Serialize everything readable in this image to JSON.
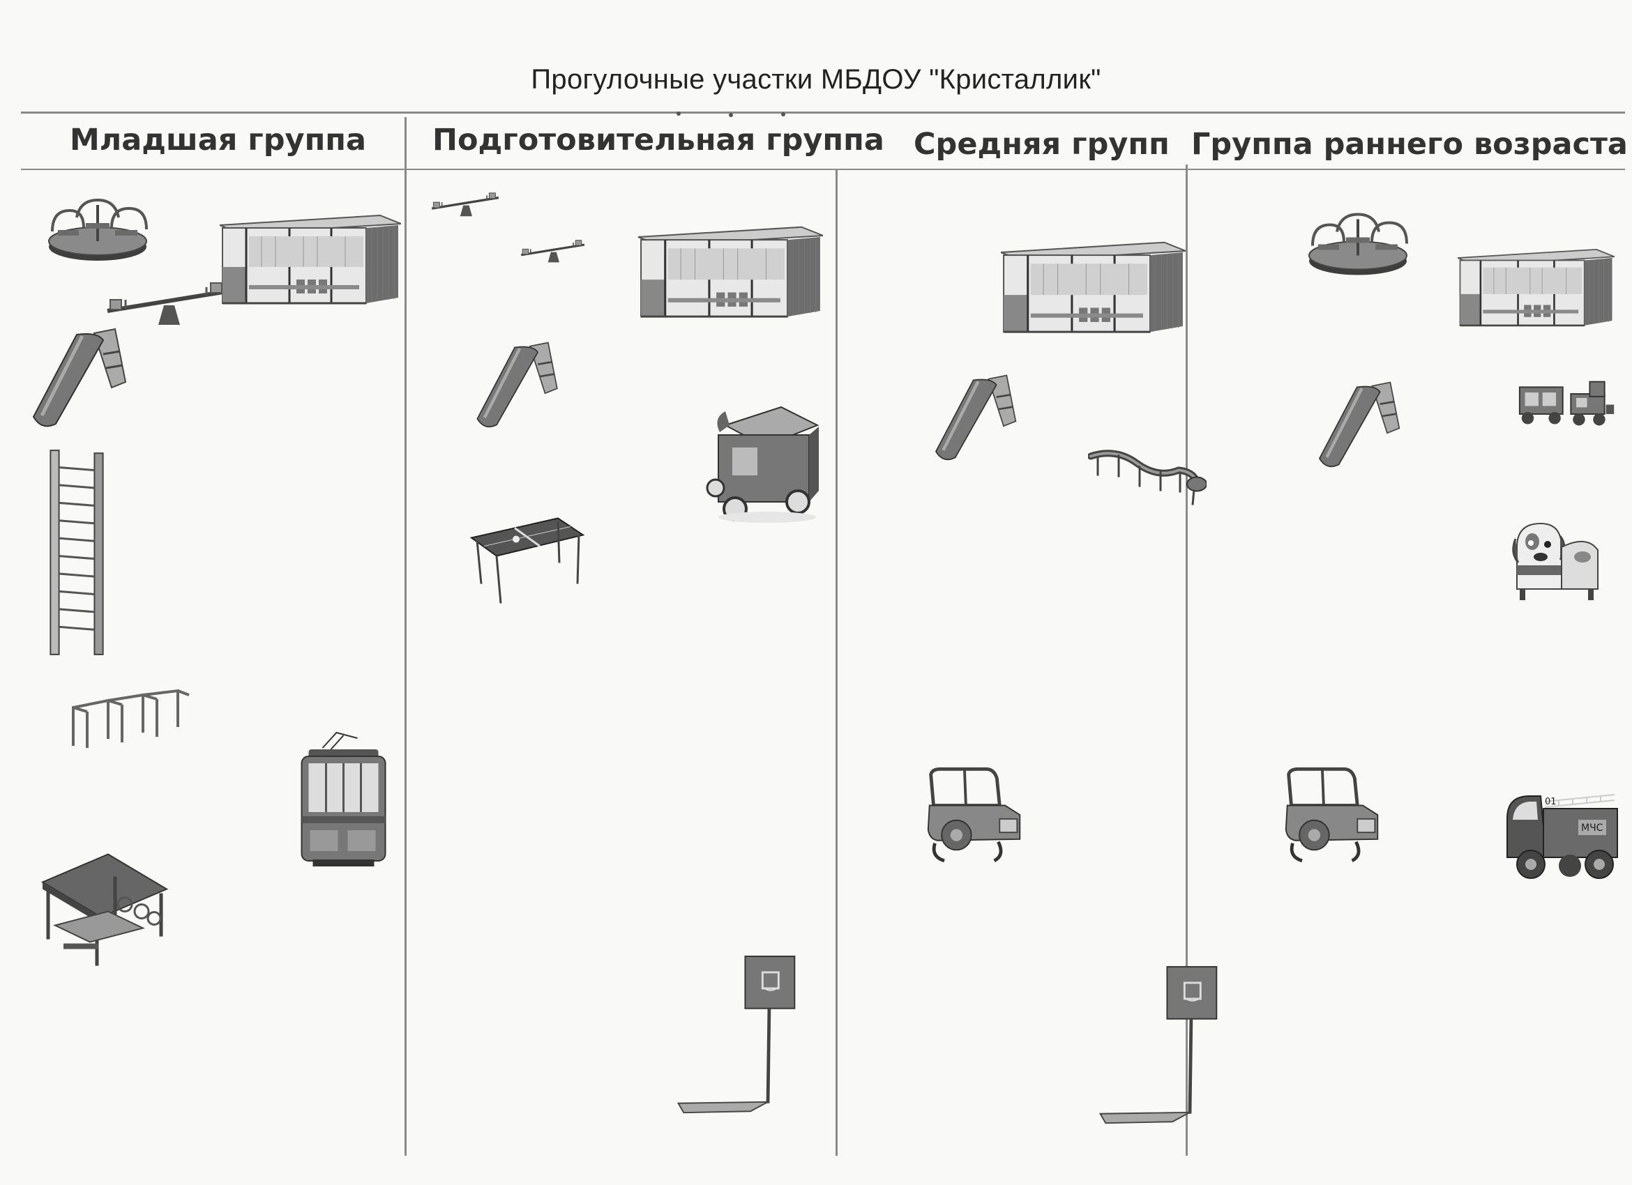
{
  "document": {
    "title": "Прогулочные участки МБДОУ \"Кристаллик\""
  },
  "columns": [
    {
      "heading": "Младшая группа"
    },
    {
      "heading": "Подготовительная группа"
    },
    {
      "heading": "Средняя групп"
    },
    {
      "heading": "Группа раннего возраста"
    }
  ],
  "equipment_icons": {
    "carousel": "carousel-icon",
    "seesaw": "seesaw-icon",
    "pavilion": "pavilion-icon",
    "slide": "slide-icon",
    "wall_bars": "wall-bars-icon",
    "horizontal_bars": "horizontal-bars-icon",
    "tram": "tram-icon",
    "canopy": "canopy-table-icon",
    "table_tennis": "table-tennis-icon",
    "carriage": "carriage-icon",
    "snake_balance": "snake-balance-icon",
    "car": "car-spring-rider-icon",
    "basketball": "basketball-hoop-icon",
    "train": "train-icon",
    "dog_bench": "dog-bench-icon",
    "fire_truck": "fire-truck-icon"
  },
  "fire_truck_labels": {
    "number": "01",
    "badge": "МЧС"
  }
}
